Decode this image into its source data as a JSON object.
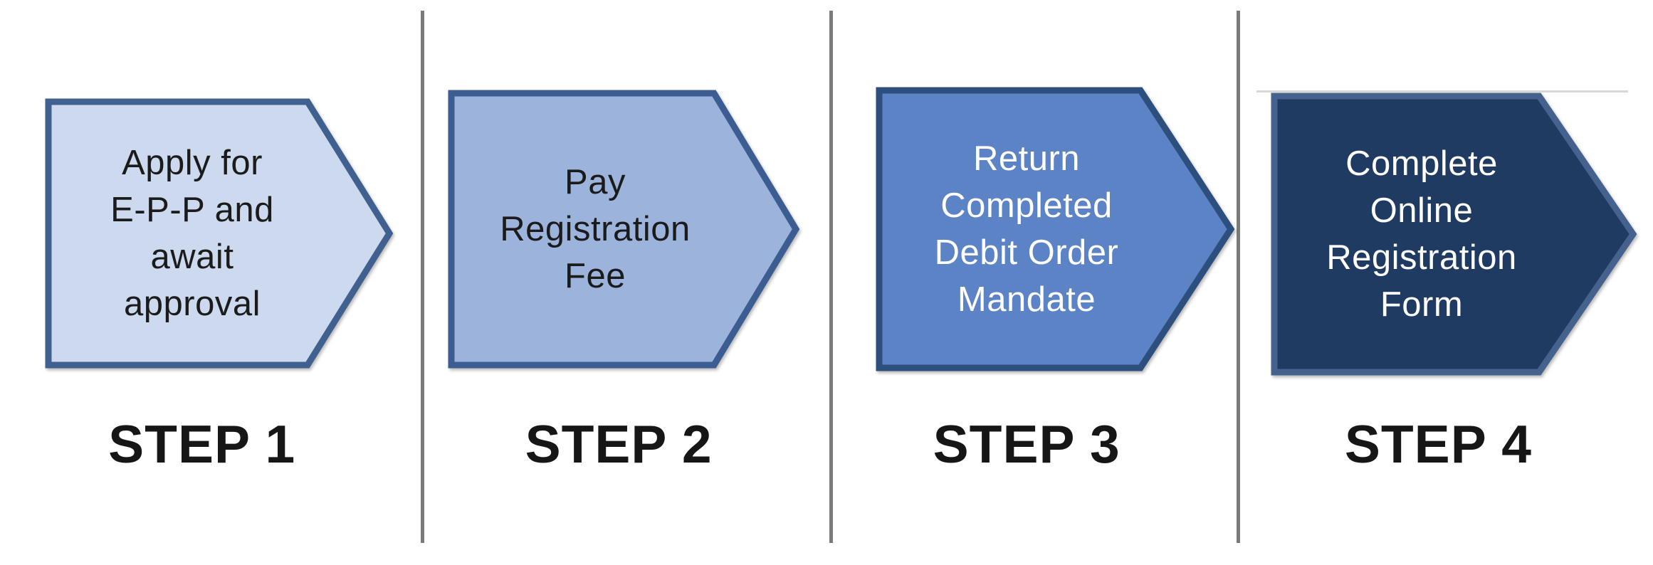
{
  "page": {
    "background": "#ffffff"
  },
  "colors": {
    "page_bg": "#ffffff",
    "divider": "#7a7a7a",
    "rule": "#d8d8d8",
    "label": "#161616"
  },
  "diagram": {
    "type": "process-flow",
    "direction": "left-to-right",
    "step_count": 4
  },
  "steps": [
    {
      "label": "STEP 1",
      "lines": [
        "Apply for",
        "E-P-P and",
        "await",
        "approval"
      ],
      "full_text": "Apply for E-P-P and await approval",
      "fill": "#ccd9ee",
      "border": "#40618f",
      "text_color": "#1b1b1b"
    },
    {
      "label": "STEP 2",
      "lines": [
        "Pay",
        "Registration",
        "Fee"
      ],
      "full_text": "Pay Registration Fee",
      "fill": "#9cb4dc",
      "border": "#3c5d92",
      "text_color": "#1b1b1b"
    },
    {
      "label": "STEP 3",
      "lines": [
        "Return",
        "Completed",
        "Debit Order",
        "Mandate"
      ],
      "full_text": "Return Completed Debit Order Mandate",
      "fill": "#5b83c6",
      "border": "#2d4f7d",
      "text_color": "#ffffff"
    },
    {
      "label": "STEP 4",
      "lines": [
        "Complete",
        "Online",
        "Registration",
        "Form"
      ],
      "full_text": "Complete Online Registration Form",
      "fill": "#203b61",
      "border": "#45618d",
      "text_color": "#ffffff"
    }
  ]
}
